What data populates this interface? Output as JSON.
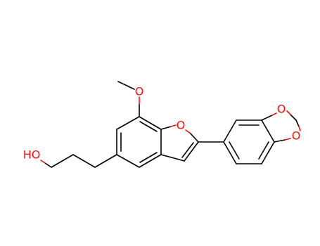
{
  "molecule": {
    "colors": {
      "bond": "#000000",
      "oxygen": "#ff0d0d",
      "background": "#ffffff"
    },
    "labels": {
      "methoxy_o": "O",
      "furan_o": "O",
      "dioxole_o_top": "O",
      "dioxole_o_bottom": "O",
      "hydroxyl": "HO"
    }
  }
}
